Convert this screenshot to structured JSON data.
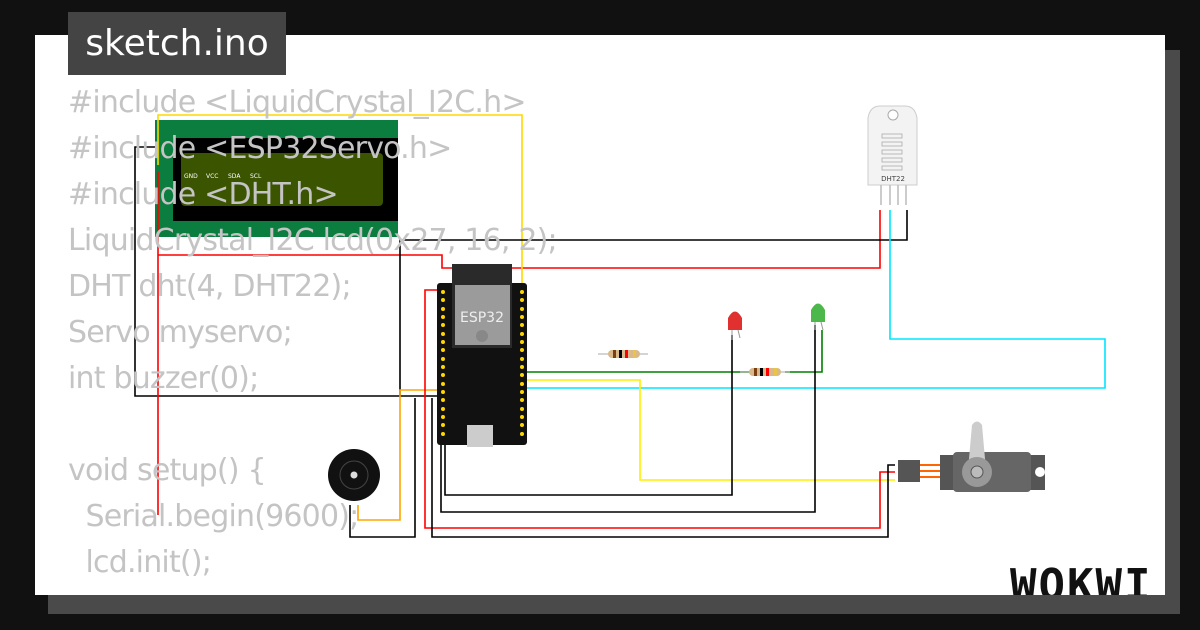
{
  "editor": {
    "file_tab": "sketch.ino",
    "code_lines": [
      "#include <LiquidCrystal_I2C.h>",
      "#include <ESP32Servo.h>",
      "#include <DHT.h>",
      "LiquidCrystal_I2C lcd(0x27, 16, 2);",
      "DHT dht(4, DHT22);",
      "Servo myservo;",
      "int buzzer(0);",
      "",
      "void setup() {",
      "  Serial.begin(9600);",
      "  lcd.init();"
    ]
  },
  "circuit": {
    "lcd_pins": [
      "GND",
      "VCC",
      "SDA",
      "SCL"
    ],
    "mcu_label": "ESP32",
    "sensor_label": "DHT22",
    "components": [
      "lcd1602-i2c",
      "esp32-devkit",
      "dht22",
      "led-red",
      "led-green",
      "resistor",
      "resistor",
      "buzzer",
      "servo"
    ],
    "wire_colors": {
      "black": "#000000",
      "red": "#ff0000",
      "yellow": "#ffd800",
      "cyan": "#00e5ff",
      "green": "#008000",
      "orange": "#ffa500"
    },
    "lcd_color": "#0a7d3f",
    "lcd_screen_color": "#3a5400"
  },
  "brand": {
    "logo": "WOKWI"
  }
}
